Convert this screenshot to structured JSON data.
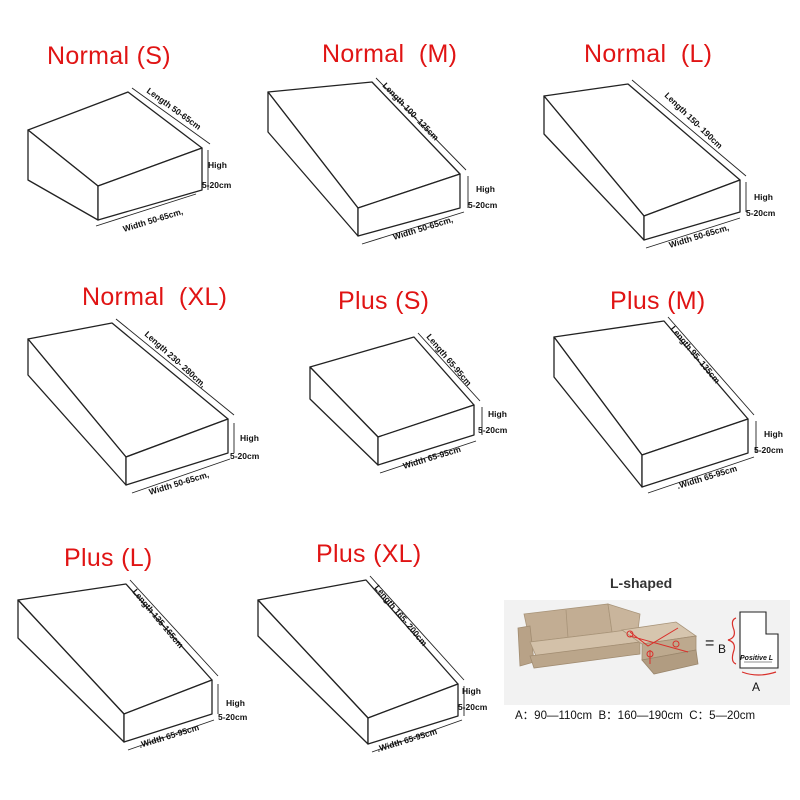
{
  "covers": [
    {
      "title": "Normal (S)",
      "length": "Length 50-65cm",
      "width": "Width 50-65cm,",
      "high": "High",
      "depth": "5-20cm"
    },
    {
      "title": "Normal  (M)",
      "length": "Length 100- 125cm",
      "width": "Width 50-65cm,",
      "high": "High",
      "depth": "5-20cm"
    },
    {
      "title": "Normal  (L)",
      "length": "Length 150- 190cm",
      "width": "Width 50-65cm,",
      "high": "High",
      "depth": "5-20cm"
    },
    {
      "title": "Normal  (XL)",
      "length": "Length 230- 280cm,",
      "width": "Width 50-65cm,",
      "high": "High",
      "depth": "5-20cm"
    },
    {
      "title": "Plus (S)",
      "length": "Length 65-95cm",
      "width": "Width 65-95cm",
      "high": "High",
      "depth": "5-20cm"
    },
    {
      "title": "Plus (M)",
      "length": "Length 95- 135cm",
      "width": ".Width 65-95cm",
      "high": "High",
      "depth": "5-20cm"
    },
    {
      "title": "Plus (L)",
      "length": "Length 135-165cm",
      "width": ".Width 65-95cm",
      "high": "High",
      "depth": "5-20cm"
    },
    {
      "title": "Plus (XL)",
      "length": "Length 165- 200cm",
      "width": ".Width 65-95cm",
      "high": "High",
      "depth": "5-20cm"
    }
  ],
  "l_shaped": {
    "title": "L-shaped",
    "equals": "=",
    "label_a": "A",
    "label_b": "B",
    "label_positive": "Positive L",
    "dimensions": "A：90—110cm  B：160—190cm  C：5—20cm"
  },
  "colors": {
    "title_red": "#e01414",
    "sofa_beige": "#c7b39b",
    "marker_red": "#d9302b"
  }
}
